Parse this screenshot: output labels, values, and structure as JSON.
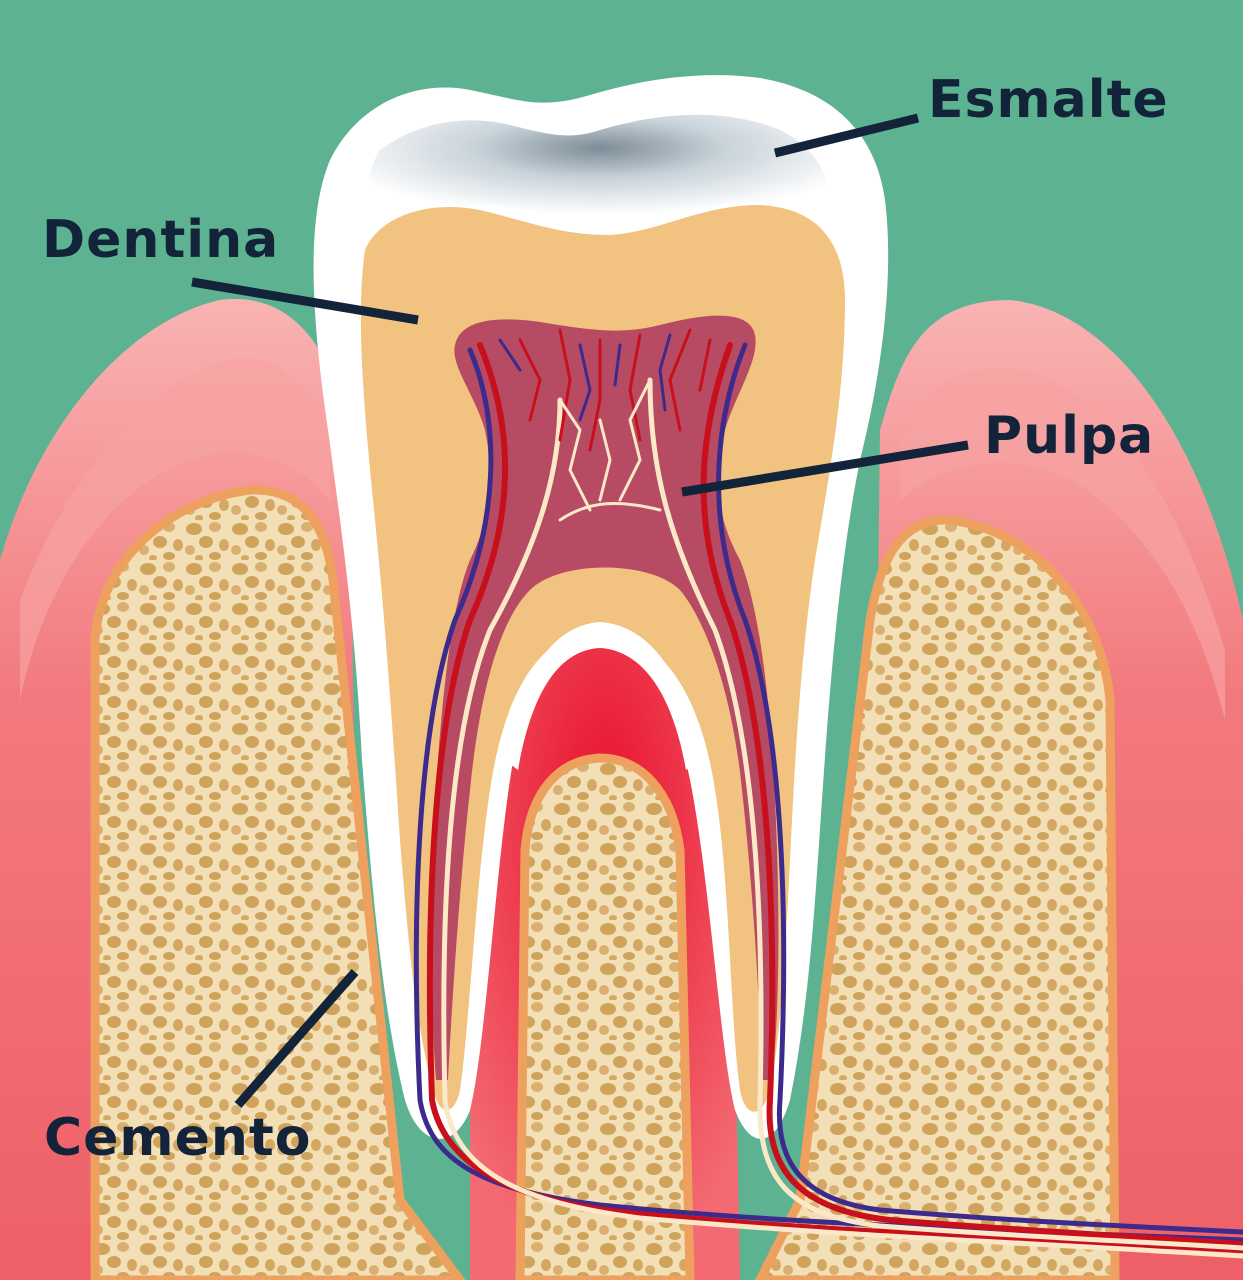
{
  "labels": {
    "enamel": "Esmalte",
    "dentin": "Dentina",
    "pulp": "Pulpa",
    "cementum": "Cemento"
  },
  "colors": {
    "background": "#5db391",
    "gum": "#f0696f",
    "gum_light": "#f7a2a2",
    "bone": "#f3dfb6",
    "bone_pores": "#cfa35b",
    "bone_border": "#eea15e",
    "enamel": "#ffffff",
    "enamel_shadow": "#8f9ea8",
    "dentin": "#f2c380",
    "pulp": "#b64b63",
    "artery": "#c8101c",
    "vein": "#3c2b8d",
    "nerve": "#fbe8c8",
    "label_text": "#13233a",
    "leader_line": "#13233a"
  }
}
